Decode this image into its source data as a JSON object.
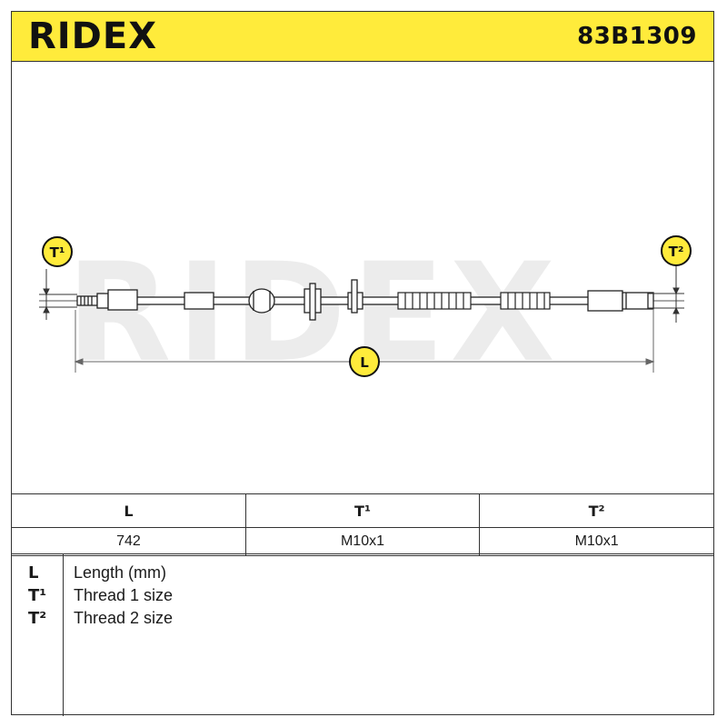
{
  "header": {
    "brand": "RIDEX",
    "part_number": "83B1309"
  },
  "drawing": {
    "watermark": "RIDEX",
    "marker_t1": "T¹",
    "marker_t2": "T²",
    "marker_l": "L",
    "accent_color": "#ffeb3b"
  },
  "spec_table": {
    "headers": [
      "L",
      "T¹",
      "T²"
    ],
    "values": [
      "742",
      "M10x1",
      "M10x1"
    ]
  },
  "legend": [
    {
      "key": "L",
      "text": "Length (mm)"
    },
    {
      "key": "T¹",
      "text": "Thread 1 size"
    },
    {
      "key": "T²",
      "text": "Thread 2 size"
    }
  ]
}
